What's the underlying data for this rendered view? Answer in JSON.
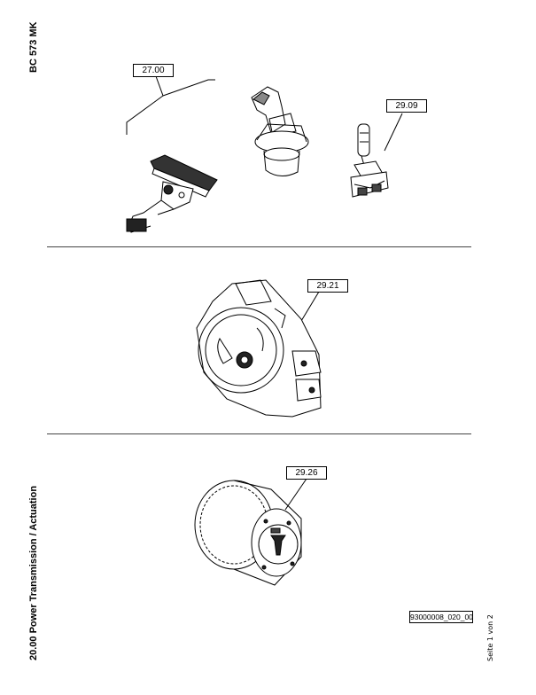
{
  "header": {
    "doc_code": "BC 573 MK"
  },
  "footer": {
    "section_title": "20.00 Power Transmission / Actuation",
    "page": "Seite 1 von 2",
    "drawing_code": "93000008_020_00"
  },
  "callouts": [
    "27.00",
    "29.09",
    "29.21",
    "29.26"
  ],
  "parts": [
    "pedal-assembly-image",
    "joystick-image",
    "control-lever-image",
    "gearbox-image",
    "wheel-drive-motor-image"
  ]
}
